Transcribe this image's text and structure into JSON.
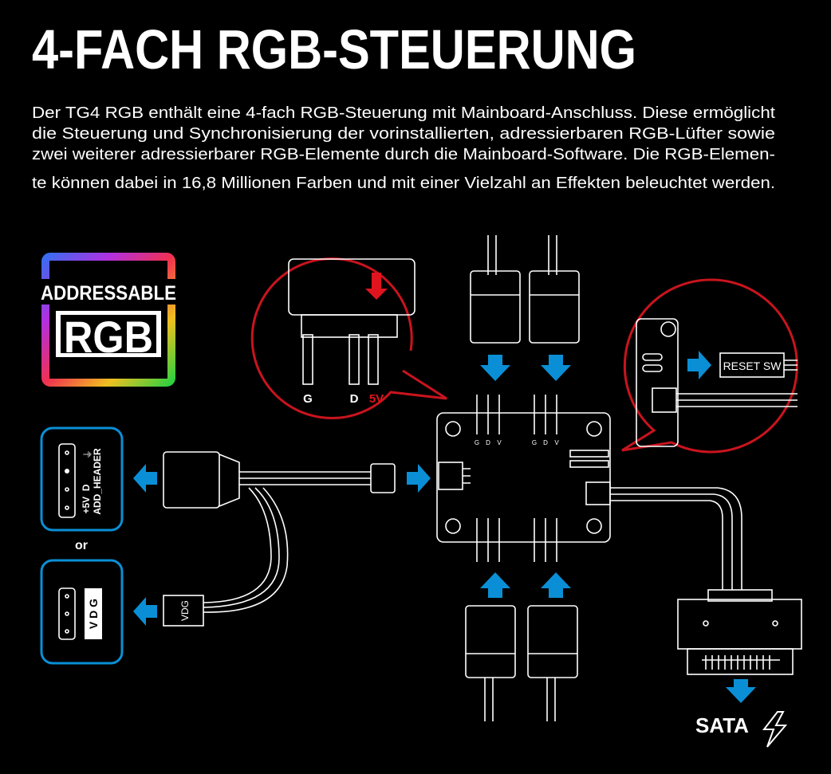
{
  "title": "4-FACH RGB-STEUERUNG",
  "description": [
    "Der TG4 RGB enthält eine 4-fach RGB-Steuerung mit Mainboard-Anschluss. Diese ermöglicht",
    "die Steuerung und Synchronisierung der vorinstallierten, adressierbaren RGB-Lüfter sowie",
    "zwei weiterer adressierbarer RGB-Elemente durch die Mainboard-Software. Die RGB-Elemen-",
    "te können dabei in 16,8 Millionen Farben und mit einer Vielzahl an Effekten beleuchtet werden."
  ],
  "badge": {
    "top": "ADDRESSABLE",
    "bottom": "RGB"
  },
  "zoom_left": {
    "pin_g": "G",
    "pin_d": "D",
    "pin_5v": "5V"
  },
  "zoom_right": {
    "reset_label": "RESET SW"
  },
  "hub_pins": {
    "g": "G",
    "d": "D",
    "v": "V"
  },
  "header_add": {
    "ground": "⏚",
    "pins": "+5V  D",
    "name": "ADD_HEADER"
  },
  "or_label": "or",
  "header_vdg": {
    "label": "V D G"
  },
  "vdg_connector": "VDG",
  "sata": {
    "label": "SATA"
  },
  "colors": {
    "accent_blue": "#0a8fd6",
    "zoom_red": "#c8141e",
    "arrow_red": "#e0141e"
  }
}
